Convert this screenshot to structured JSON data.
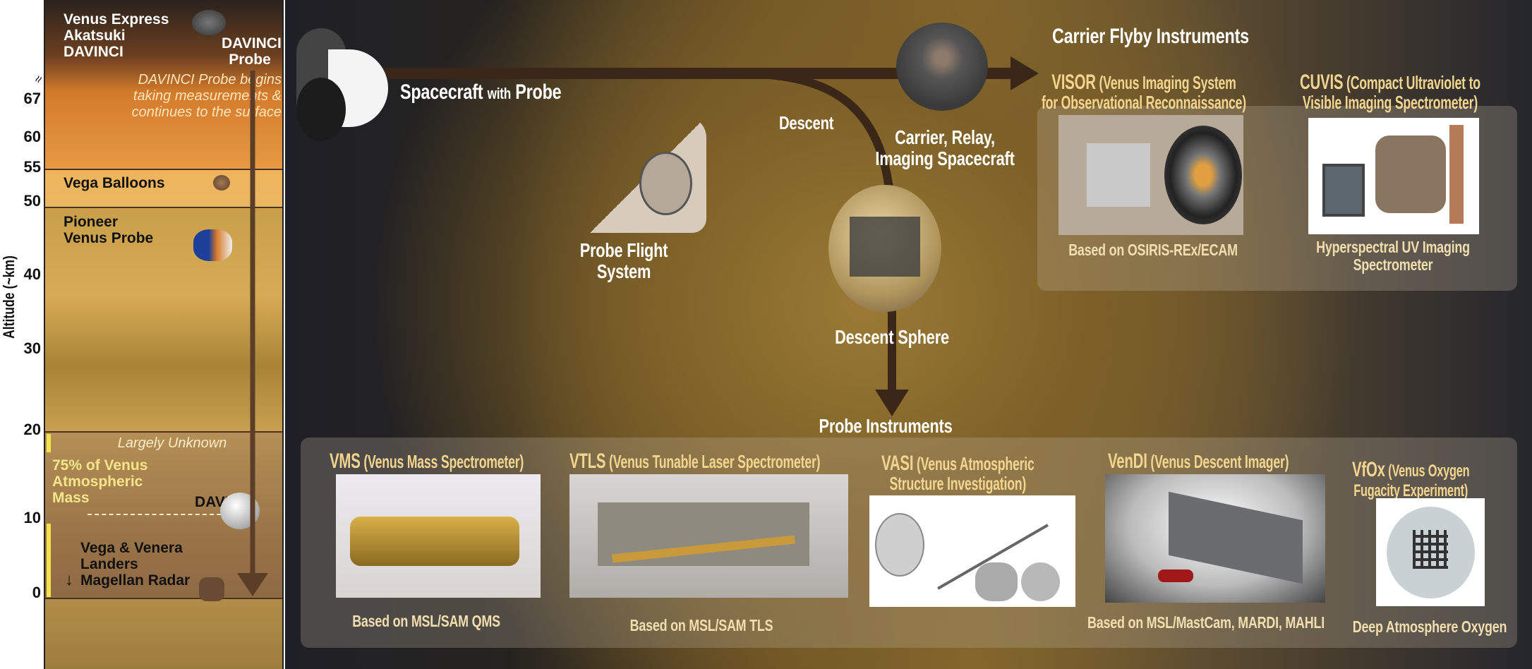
{
  "altitude_panel": {
    "axis_label": "Altitude (~km)",
    "ticks": [
      "67",
      "60",
      "55",
      "50",
      "40",
      "30",
      "20",
      "10",
      "0"
    ],
    "orbiters": [
      "Venus Express",
      "Akatsuki",
      "DAVINCI"
    ],
    "probe_label": [
      "DAVINCI",
      "Probe"
    ],
    "probe_note": [
      "DAVINCI  Probe begins",
      "taking measurements &",
      "continues to the surface"
    ],
    "vega_balloons": "Vega Balloons",
    "pioneer": [
      "Pioneer",
      "Venus  Probe"
    ],
    "largely_unknown": "Largely Unknown",
    "mass_note": [
      "75% of Venus",
      "Atmospheric",
      "Mass"
    ],
    "davinci": "DAVINCI",
    "landers": [
      "Vega & Venera",
      "Landers",
      "Magellan Radar"
    ]
  },
  "flow": {
    "spacecraft_a": "Spacecraft",
    "spacecraft_b": "with",
    "spacecraft_c": "Probe",
    "descent": "Descent",
    "carrier": [
      "Carrier, Relay,",
      "Imaging Spacecraft"
    ],
    "probe_flight": [
      "Probe Flight",
      "System"
    ],
    "descent_sphere": "Descent Sphere"
  },
  "flyby": {
    "title": "Carrier Flyby Instruments",
    "instruments": [
      {
        "acronym": "VISOR",
        "name_1": "(Venus Imaging System",
        "name_2": "for Observational Reconnaissance)",
        "caption_1": "Based on OSIRIS-REx/ECAM",
        "caption_2": ""
      },
      {
        "acronym": "CUVIS",
        "name_1": "(Compact Ultraviolet to",
        "name_2": "Visible Imaging Spectrometer)",
        "caption_1": "Hyperspectral UV Imaging",
        "caption_2": "Spectrometer"
      }
    ]
  },
  "probe": {
    "title": "Probe Instruments",
    "instruments": [
      {
        "acronym": "VMS",
        "name_1": "(Venus Mass Spectrometer)",
        "name_2": "",
        "caption": "Based on MSL/SAM QMS"
      },
      {
        "acronym": "VTLS",
        "name_1": "(Venus Tunable Laser Spectrometer)",
        "name_2": "",
        "caption": "Based on MSL/SAM TLS"
      },
      {
        "acronym": "VASI",
        "name_1": "(Venus Atmospheric",
        "name_2": "Structure Investigation)",
        "caption": ""
      },
      {
        "acronym": "VenDI",
        "name_1": "(Venus Descent Imager)",
        "name_2": "",
        "caption": "Based on MSL/MastCam, MARDI, MAHLI"
      },
      {
        "acronym": "VfOx",
        "name_1": "(Venus Oxygen",
        "name_2": "Fugacity Experiment)",
        "caption": "Deep Atmosphere Oxygen"
      }
    ]
  },
  "colors": {
    "arrow": "#3a2718",
    "gold_text": "#f3d58f",
    "yellow_bar": "#f4e24a"
  }
}
